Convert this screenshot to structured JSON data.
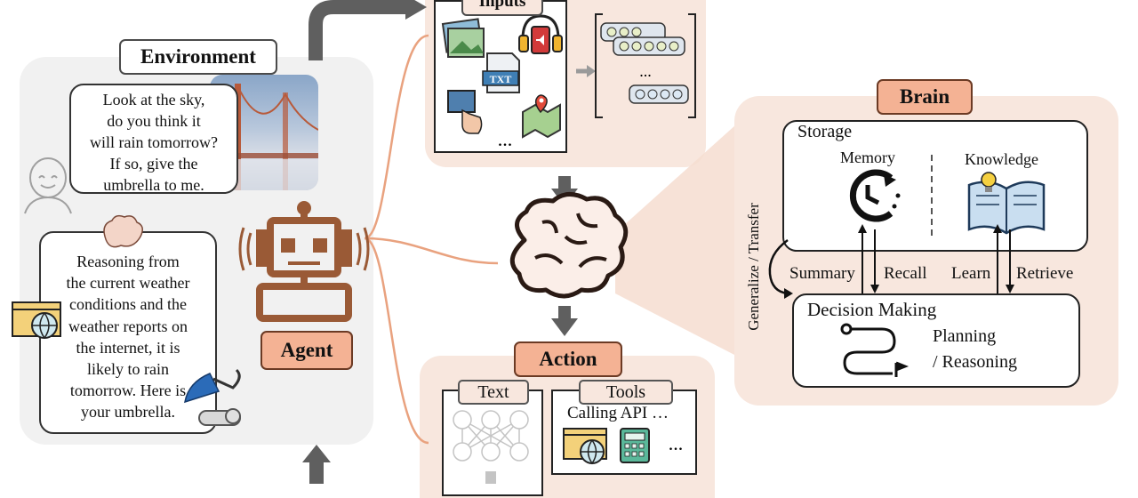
{
  "environment": {
    "title": "Environment",
    "user_bubble_lines": [
      "Look at the sky,",
      "do you think it",
      "will rain tomorrow?",
      "If so, give the",
      "umbrella to me."
    ],
    "agent_bubble_lines": [
      "Reasoning from",
      "the current weather",
      "conditions and the",
      "weather reports on",
      "the internet, it is",
      "likely to rain",
      "tomorrow. Here is",
      "your umbrella."
    ]
  },
  "agent": {
    "label": "Agent"
  },
  "perception": {
    "title": "Inputs",
    "file_label": "TXT",
    "more_symbol": "...",
    "token_more_symbol": "..."
  },
  "brain": {
    "title": "Brain",
    "storage": {
      "title": "Storage",
      "memory": "Memory",
      "knowledge": "Knowledge"
    },
    "flows": {
      "summary": "Summary",
      "recall": "Recall",
      "learn": "Learn",
      "retrieve": "Retrieve",
      "generalize": "Generalize / Transfer"
    },
    "decision": {
      "title": "Decision Making",
      "planning": "Planning",
      "reasoning": "/ Reasoning"
    }
  },
  "action": {
    "title": "Action",
    "text_label": "Text",
    "tools_label": "Tools",
    "calling_api": "Calling API …",
    "tools_more": "..."
  },
  "colors": {
    "panel_peach": "#f8e7de",
    "tag_orange": "#f4b294",
    "agent_brown": "#9a5a36",
    "connector_orange": "#e9a27f",
    "arrow_gray": "#5f5f5f"
  }
}
